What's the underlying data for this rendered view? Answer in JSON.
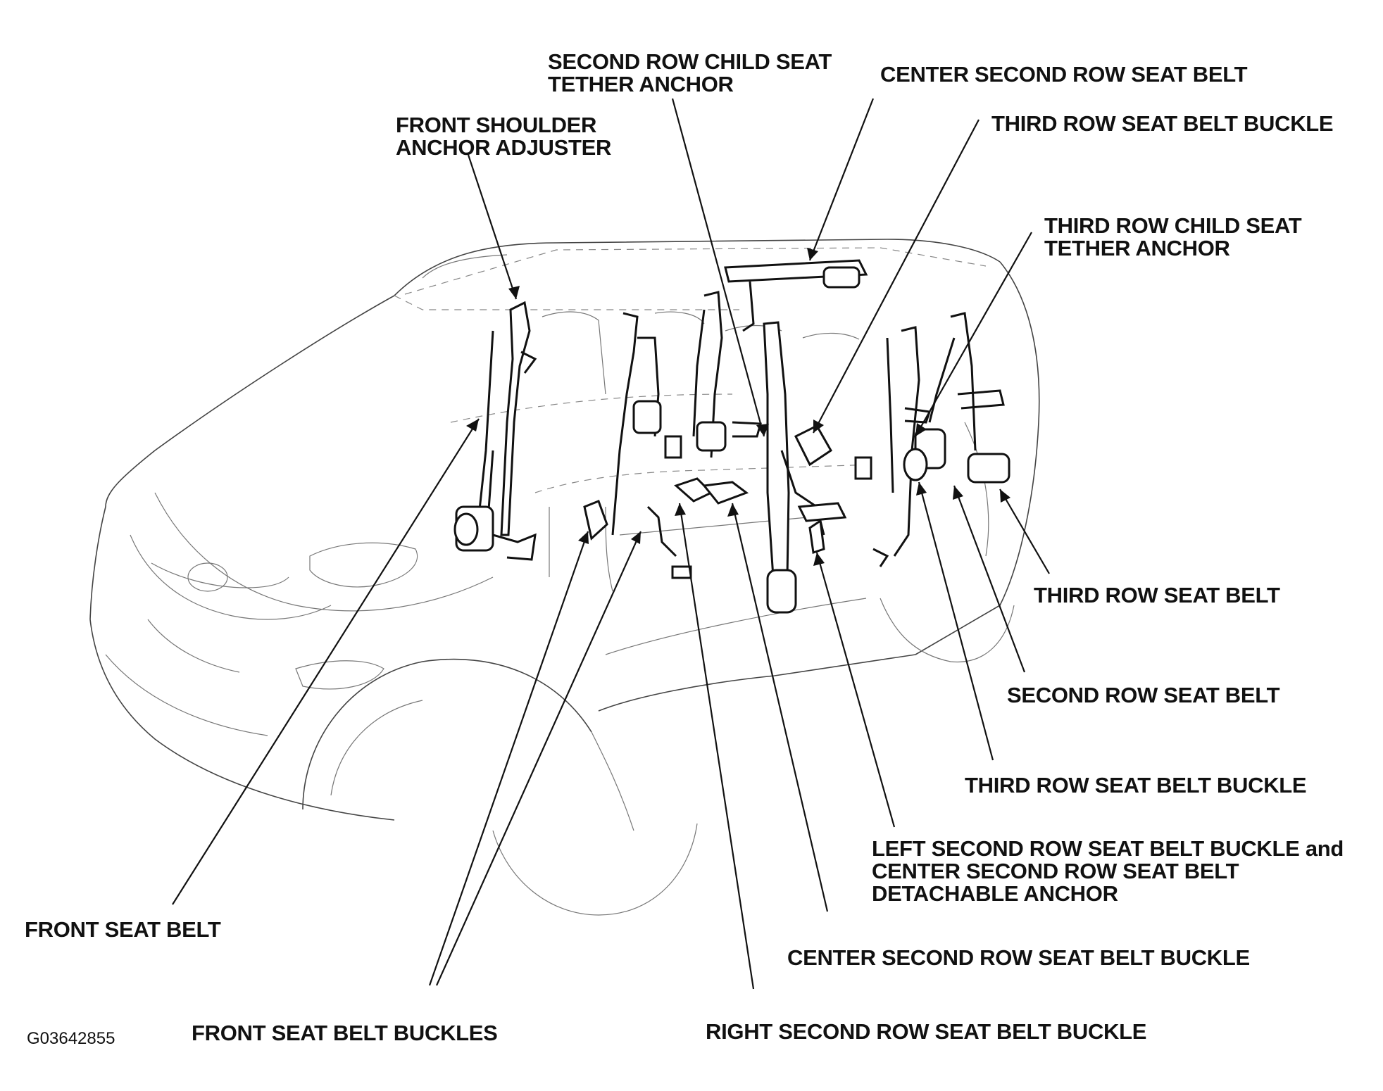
{
  "labels": {
    "second_row_child_tether": [
      "SECOND ROW CHILD SEAT",
      "TETHER ANCHOR"
    ],
    "center_second_row_belt": [
      "CENTER SECOND ROW SEAT BELT"
    ],
    "front_shoulder_anchor": [
      "FRONT SHOULDER",
      "ANCHOR ADJUSTER"
    ],
    "third_row_buckle_top": [
      "THIRD ROW SEAT BELT BUCKLE"
    ],
    "third_row_child_tether": [
      "THIRD ROW CHILD SEAT",
      "TETHER ANCHOR"
    ],
    "third_row_belt": [
      "THIRD ROW SEAT BELT"
    ],
    "second_row_belt": [
      "SECOND ROW SEAT BELT"
    ],
    "third_row_buckle_bottom": [
      "THIRD ROW SEAT BELT BUCKLE"
    ],
    "left_second_row_buckle": [
      "LEFT SECOND ROW SEAT BELT BUCKLE and",
      "CENTER SECOND ROW SEAT BELT",
      "DETACHABLE ANCHOR"
    ],
    "front_seat_belt": [
      "FRONT SEAT BELT"
    ],
    "center_second_row_buckle": [
      "CENTER SECOND ROW SEAT BELT BUCKLE"
    ],
    "front_seat_belt_buckles": [
      "FRONT SEAT BELT BUCKLES"
    ],
    "right_second_row_buckle": [
      "RIGHT SECOND ROW SEAT BELT BUCKLE"
    ]
  },
  "figure_code": "G03642855"
}
